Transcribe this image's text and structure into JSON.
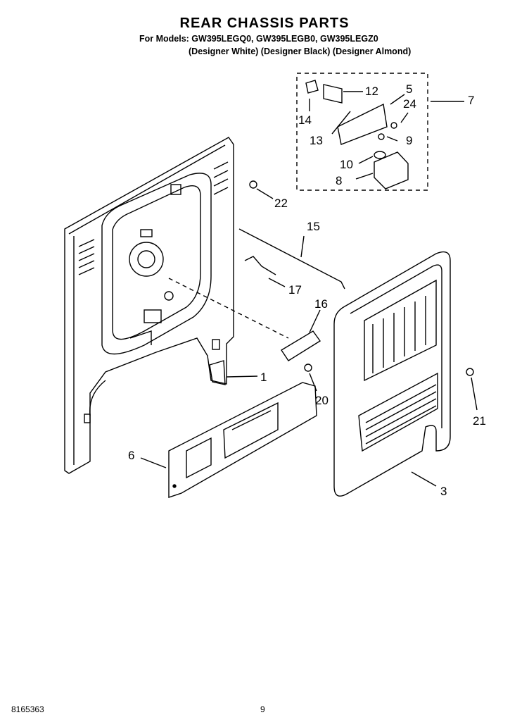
{
  "header": {
    "title": "REAR CHASSIS PARTS",
    "models_line": "For Models: GW395LEGQ0, GW395LEGB0, GW395LEGZ0",
    "colors_line": "(Designer White) (Designer Black) (Designer Almond)"
  },
  "callouts": {
    "c1": "1",
    "c3": "3",
    "c5": "5",
    "c6": "6",
    "c7": "7",
    "c8": "8",
    "c9": "9",
    "c10": "10",
    "c12": "12",
    "c13": "13",
    "c14": "14",
    "c15": "15",
    "c16": "16",
    "c17": "17",
    "c20": "20",
    "c21": "21",
    "c22": "22",
    "c24": "24"
  },
  "footer": {
    "doc_number": "8165363",
    "page_number": "9"
  }
}
